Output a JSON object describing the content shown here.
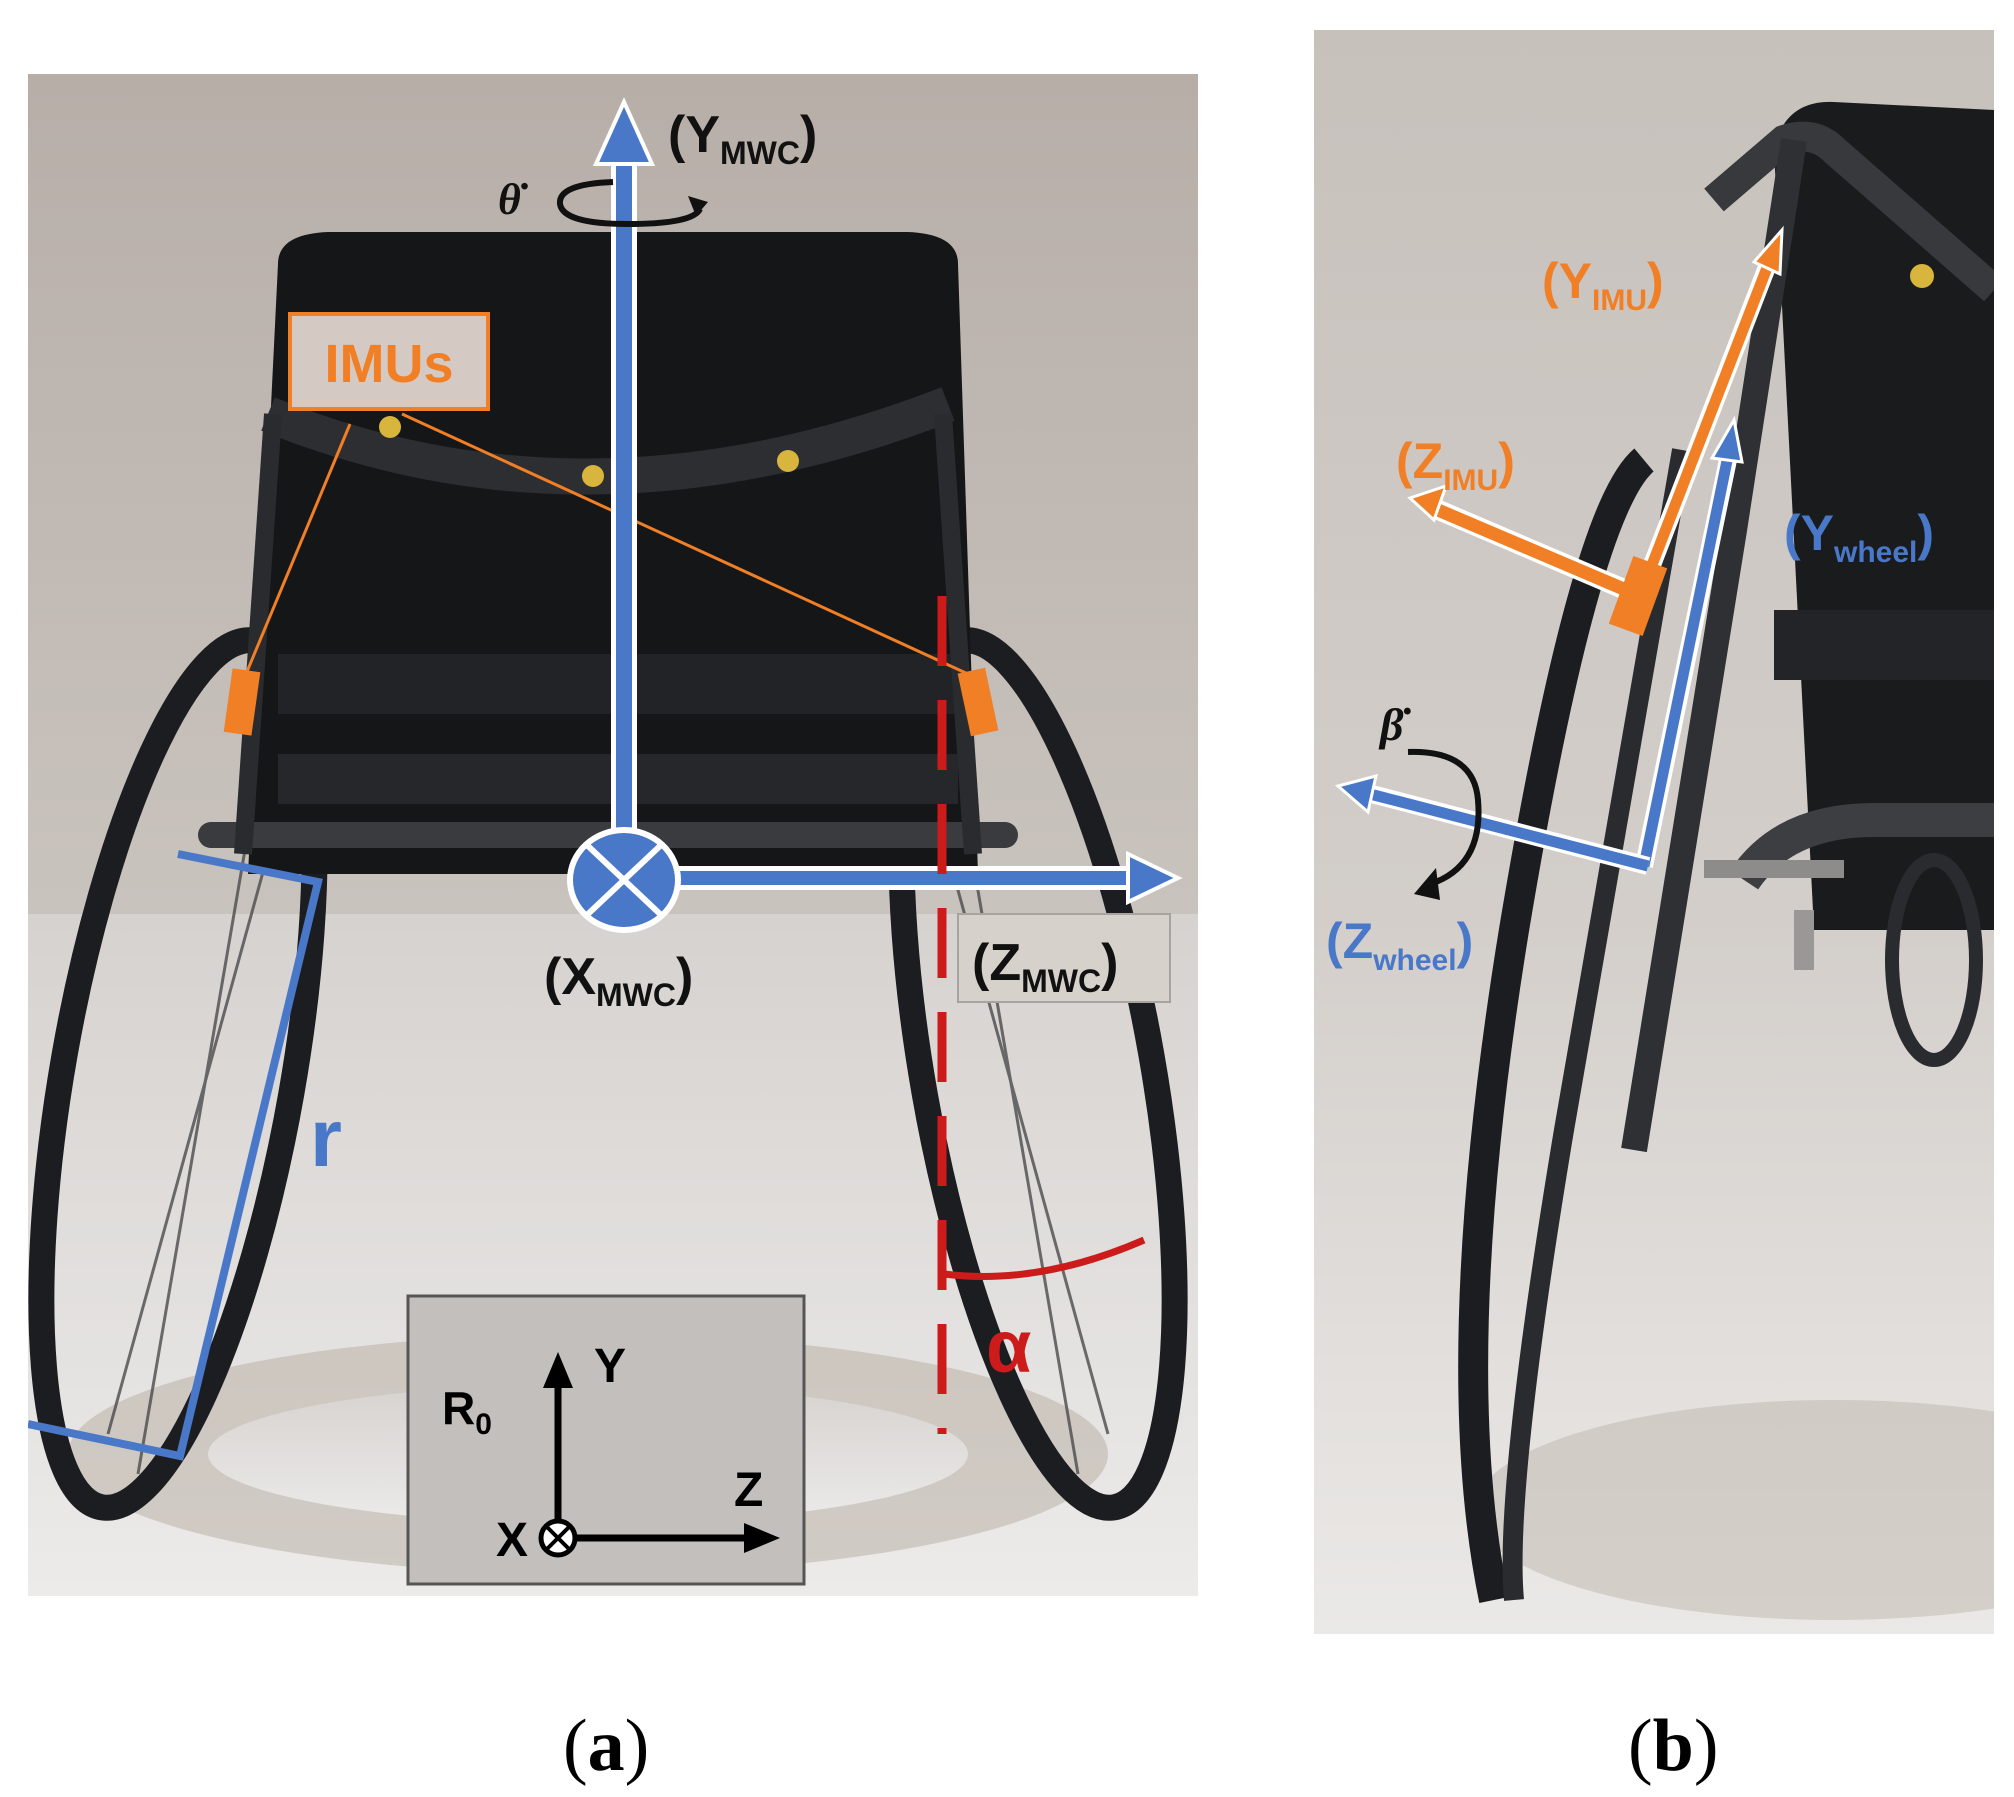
{
  "panel_a": {
    "imus_label": "IMUs",
    "y_axis": {
      "name": "Y",
      "subscript": "MWC"
    },
    "x_axis": {
      "name": "X",
      "subscript": "MWC"
    },
    "z_axis": {
      "name": "Z",
      "subscript": "MWC"
    },
    "theta_dot": "θ̇",
    "radius_label": "r",
    "alpha_label": "α",
    "reference_frame": {
      "name": "R",
      "subscript": "0",
      "x": "X",
      "y": "Y",
      "z": "Z"
    },
    "caption": {
      "open": "(",
      "letter": "a",
      "close": ")"
    }
  },
  "panel_b": {
    "y_imu": {
      "name": "Y",
      "subscript": "IMU"
    },
    "z_imu": {
      "name": "Z",
      "subscript": "IMU"
    },
    "y_wheel": {
      "name": "Y",
      "subscript": "wheel"
    },
    "z_wheel": {
      "name": "Z",
      "subscript": "wheel"
    },
    "beta_dot": "β̇",
    "caption": {
      "open": "(",
      "letter": "b",
      "close": ")"
    }
  },
  "colors": {
    "axis_blue": "#4a78c8",
    "imu_orange": "#f07f26",
    "alpha_red": "#cc1b1b",
    "wall": "#b9b1ab",
    "floor": "#e0ddda"
  }
}
